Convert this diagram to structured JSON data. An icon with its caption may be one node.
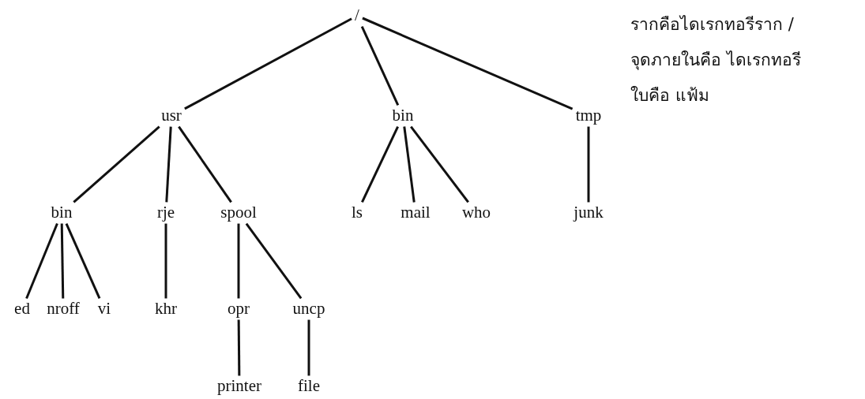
{
  "diagram": {
    "nodes": [
      {
        "text": [
          "/"
        ]
      },
      {
        "text": [
          "usr"
        ]
      },
      {
        "text": [
          "bin"
        ]
      },
      {
        "text": [
          "tmp"
        ]
      },
      {
        "text": [
          "bin"
        ]
      },
      {
        "text": [
          "rje"
        ]
      },
      {
        "text": [
          "spool"
        ]
      },
      {
        "text": [
          "ls"
        ]
      },
      {
        "text": [
          "mail"
        ]
      },
      {
        "text": [
          "who"
        ]
      },
      {
        "text": [
          "junk"
        ]
      },
      {
        "text": [
          "ed"
        ]
      },
      {
        "text": [
          "nroff"
        ]
      },
      {
        "text": [
          "vi"
        ]
      },
      {
        "text": [
          "khr"
        ]
      },
      {
        "text": [
          "opr"
        ]
      },
      {
        "text": [
          "uncp"
        ]
      },
      {
        "text": [
          "printer"
        ]
      },
      {
        "text": [
          "file"
        ]
      }
    ],
    "edges": [
      {
        "from": 0,
        "to": 1,
        "arrow": "none"
      },
      {
        "from": 0,
        "to": 2,
        "arrow": "none"
      },
      {
        "from": 0,
        "to": 3,
        "arrow": "none"
      },
      {
        "from": 1,
        "to": 4,
        "arrow": "none"
      },
      {
        "from": 1,
        "to": 5,
        "arrow": "none"
      },
      {
        "from": 1,
        "to": 6,
        "arrow": "none"
      },
      {
        "from": 2,
        "to": 7,
        "arrow": "none"
      },
      {
        "from": 2,
        "to": 8,
        "arrow": "none"
      },
      {
        "from": 2,
        "to": 9,
        "arrow": "none"
      },
      {
        "from": 3,
        "to": 10,
        "arrow": "none"
      },
      {
        "from": 4,
        "to": 11,
        "arrow": "none"
      },
      {
        "from": 4,
        "to": 12,
        "arrow": "none"
      },
      {
        "from": 4,
        "to": 13,
        "arrow": "none"
      },
      {
        "from": 5,
        "to": 14,
        "arrow": "none"
      },
      {
        "from": 6,
        "to": 15,
        "arrow": "none"
      },
      {
        "from": 6,
        "to": 16,
        "arrow": "none"
      },
      {
        "from": 15,
        "to": 17,
        "arrow": "none"
      },
      {
        "from": 16,
        "to": 18,
        "arrow": "none"
      }
    ],
    "labels": [
      "รากคือไดเรกทอรีราก /",
      "จุดภายในคือ ไดเรกทอรี",
      "ใบคือ แฟ้ม"
    ]
  }
}
